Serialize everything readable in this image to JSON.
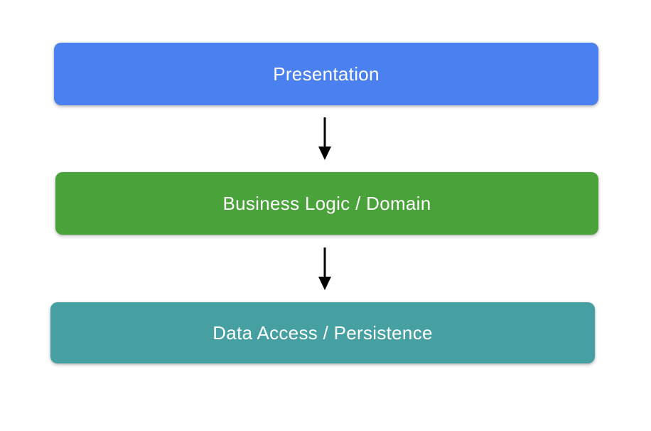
{
  "diagram": {
    "type": "layered-architecture",
    "background_color": "#ffffff",
    "text_color": "#ffffff",
    "arrow_color": "#000000",
    "layers": [
      {
        "id": "presentation",
        "label": "Presentation",
        "color": "#4a80ef"
      },
      {
        "id": "business-logic",
        "label": "Business Logic / Domain",
        "color": "#4aa23a"
      },
      {
        "id": "data-access",
        "label": "Data Access / Persistence",
        "color": "#46a0a2"
      }
    ],
    "arrows": [
      {
        "from": "presentation",
        "to": "business-logic",
        "direction": "down"
      },
      {
        "from": "business-logic",
        "to": "data-access",
        "direction": "down"
      }
    ]
  }
}
